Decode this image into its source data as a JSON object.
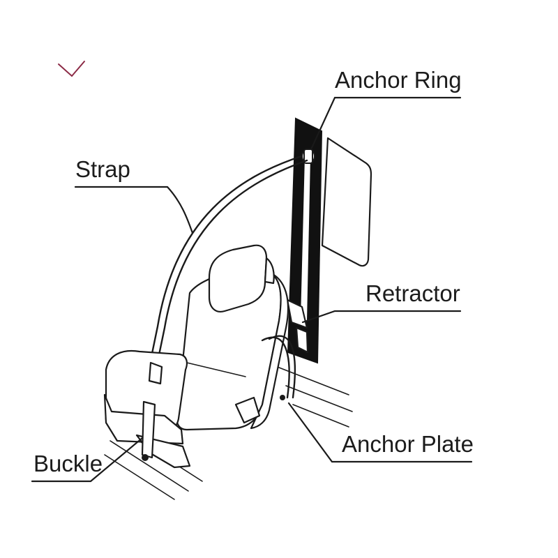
{
  "labels": {
    "anchor_ring": "Anchor Ring",
    "strap": "Strap",
    "retractor": "Retractor",
    "anchor_plate": "Anchor Plate",
    "buckle": "Buckle"
  },
  "colors": {
    "line": "#1a1a1a",
    "pillar": "#111111",
    "corner_mark": "#8b2a45"
  }
}
